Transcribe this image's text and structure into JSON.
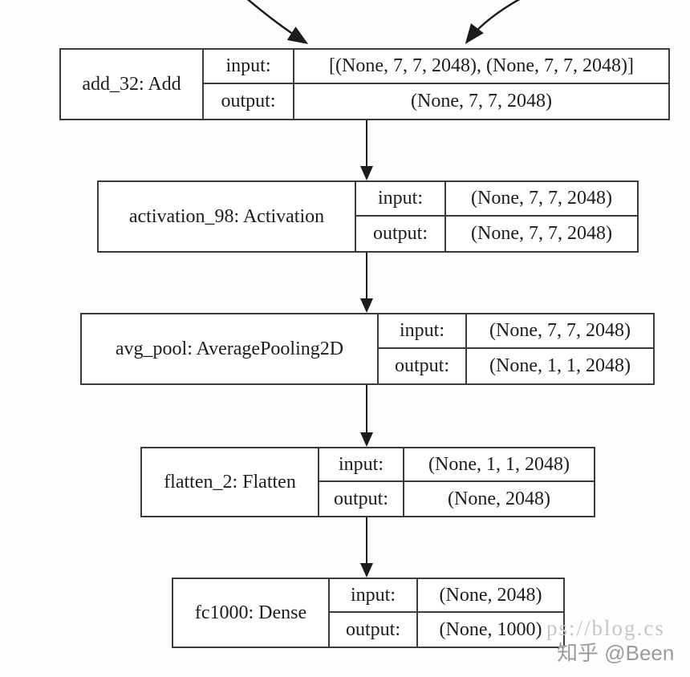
{
  "diagram": {
    "title": "keras-model-plot-tail",
    "labels": {
      "input": "input:",
      "output": "output:"
    },
    "nodes": [
      {
        "name": "add_32: Add",
        "input": "[(None, 7, 7, 2048), (None, 7, 7, 2048)]",
        "output": "(None, 7, 7, 2048)"
      },
      {
        "name": "activation_98: Activation",
        "input": "(None, 7, 7, 2048)",
        "output": "(None, 7, 7, 2048)"
      },
      {
        "name": "avg_pool: AveragePooling2D",
        "input": "(None, 7, 7, 2048)",
        "output": "(None, 1, 1, 2048)"
      },
      {
        "name": "flatten_2: Flatten",
        "input": "(None, 1, 1, 2048)",
        "output": "(None, 2048)"
      },
      {
        "name": "fc1000: Dense",
        "input": "(None, 2048)",
        "output": "(None, 1000)"
      }
    ],
    "watermarks": {
      "url_fragment": "ps://blog.cs",
      "credit": "知乎 @Been"
    },
    "colors": {
      "background": "#fdfdfd",
      "border": "#3b3b3b",
      "text": "#1c1c1c",
      "arrow": "#1c1c1c",
      "watermark_url": "#cbc5ca",
      "watermark_credit": "#9b9b9b"
    }
  }
}
